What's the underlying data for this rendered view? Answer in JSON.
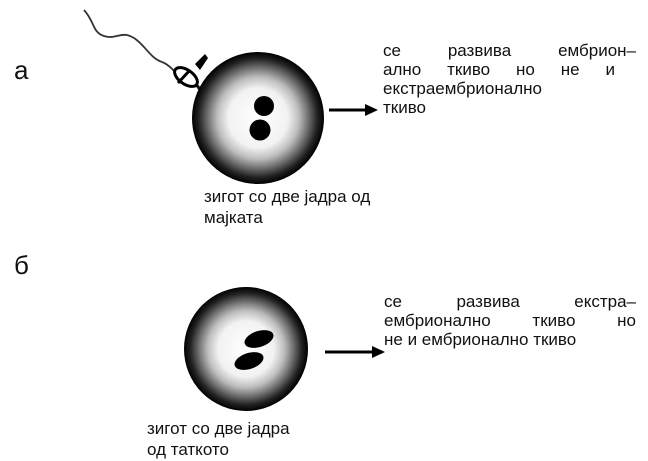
{
  "panels": [
    {
      "letter": "а",
      "result_lines": [
        [
          "се",
          "развива",
          "ембрион–"
        ],
        [
          "ално",
          "ткиво",
          "но",
          "не",
          "и"
        ],
        [
          "екстраембрионално"
        ],
        [
          "ткиво"
        ]
      ],
      "caption_lines": [
        "зигот со две јадра од",
        "мајката"
      ]
    },
    {
      "letter": "б",
      "result_lines": [
        [
          "се",
          "развива",
          "екстра–"
        ],
        [
          "ембрионално",
          "ткиво",
          "но"
        ],
        [
          "не и ембрионално ткиво"
        ]
      ],
      "caption_lines": [
        "зигот со две јадра",
        "од таткото"
      ]
    }
  ]
}
